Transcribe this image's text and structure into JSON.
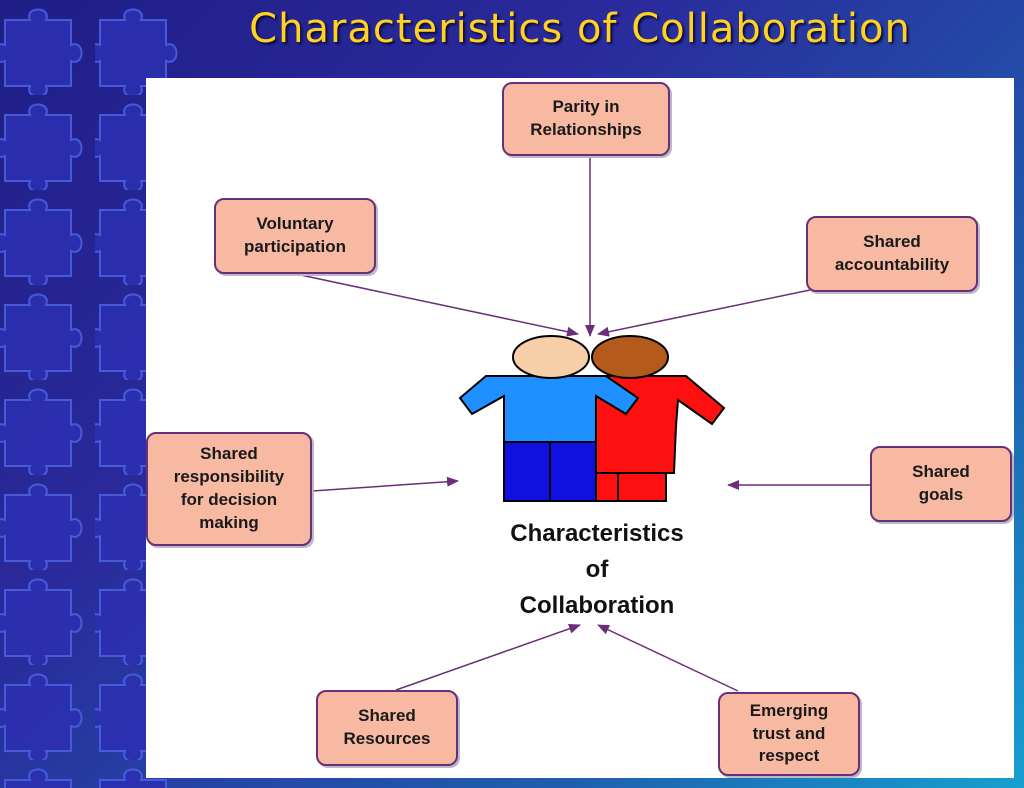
{
  "slide": {
    "title": "Characteristics of Collaboration"
  },
  "diagram": {
    "center_label": "Characteristics\nof\nCollaboration",
    "nodes": [
      {
        "id": "parity",
        "label": "Parity in\nRelationships"
      },
      {
        "id": "voluntary",
        "label": "Voluntary\nparticipation"
      },
      {
        "id": "accountability",
        "label": "Shared\naccountability"
      },
      {
        "id": "responsibility",
        "label": "Shared\nresponsibility\nfor decision\nmaking"
      },
      {
        "id": "goals",
        "label": "Shared\ngoals"
      },
      {
        "id": "resources",
        "label": "Shared\nResources"
      },
      {
        "id": "trust",
        "label": "Emerging\ntrust and\nrespect"
      }
    ],
    "colors": {
      "box_fill": "#f8b9a3",
      "box_border": "#6a2f78",
      "arrow": "#6a2f78",
      "figure_left_shirt": "#1e90ff",
      "figure_left_pants": "#1010e0",
      "figure_right_dress": "#ff1010",
      "skin": "#f6cfa8",
      "hair": "#b35a1c"
    }
  }
}
